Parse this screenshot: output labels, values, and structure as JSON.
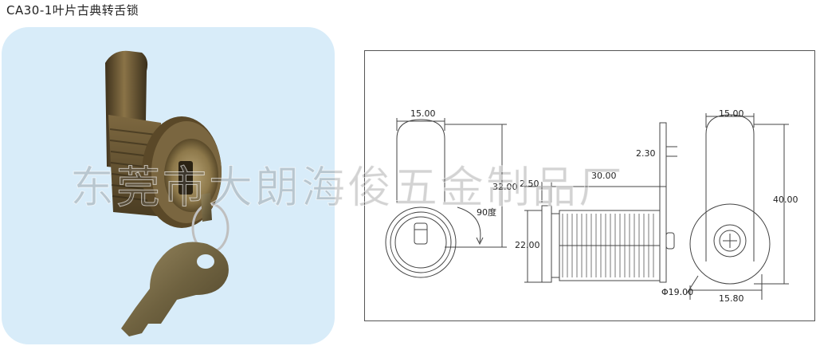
{
  "title": "CA30-1叶片古典转舌锁",
  "watermark": "东莞市大朗海俊五金制品厂",
  "drawing": {
    "dims": {
      "front_width": "15.00",
      "front_height": "32.00",
      "rotation": "90度",
      "flange_thickness": "2.50",
      "body_length": "30.00",
      "cam_thickness": "2.30",
      "thread_diameter": "22.00",
      "back_width": "15.00",
      "back_height": "40.00",
      "flange_diameter": "Φ19.00",
      "back_bottom_width": "15.80"
    }
  },
  "colors": {
    "panel_bg": "#d8ecf9",
    "bronze": "#6e5a33",
    "line": "#444444"
  }
}
